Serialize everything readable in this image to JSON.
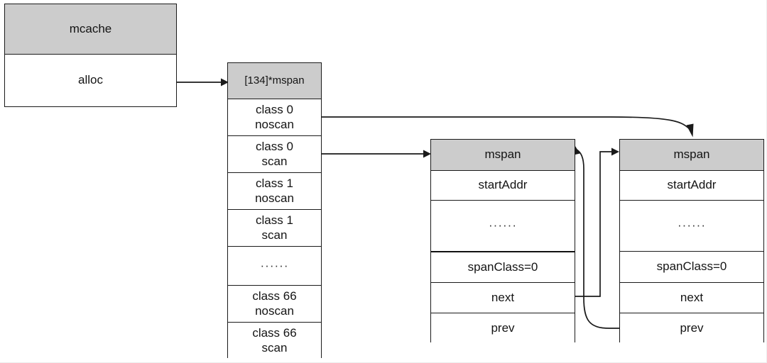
{
  "diagram": {
    "title": "Go runtime mcache to mspan linked list diagram",
    "colors": {
      "header_fill": "#cccccc",
      "cell_fill": "#ffffff",
      "stroke": "#1a1a1a",
      "background": "#ffffff"
    },
    "ellipsis": "······"
  },
  "mcache": {
    "header": "mcache",
    "fields": [
      {
        "label": "alloc"
      }
    ]
  },
  "alloc_array": {
    "header": "[134]*mspan",
    "rows": [
      {
        "label": "class 0\nnoscan"
      },
      {
        "label": "class 0\nscan"
      },
      {
        "label": "class 1\nnoscan"
      },
      {
        "label": "class 1\nscan"
      },
      {
        "label": "······"
      },
      {
        "label": "class 66\nnoscan"
      },
      {
        "label": "class 66\nscan"
      }
    ]
  },
  "mspan_1": {
    "header": "mspan",
    "rows": [
      {
        "label": "startAddr"
      },
      {
        "label": "······"
      },
      {
        "label": "spanClass=0"
      },
      {
        "label": "next"
      },
      {
        "label": "prev"
      }
    ]
  },
  "mspan_2": {
    "header": "mspan",
    "rows": [
      {
        "label": "startAddr"
      },
      {
        "label": "······"
      },
      {
        "label": "spanClass=0"
      },
      {
        "label": "next"
      },
      {
        "label": "prev"
      }
    ]
  },
  "connectors": [
    {
      "name": "alloc-to-array",
      "from": "mcache.alloc",
      "to": "alloc_array.header"
    },
    {
      "name": "class0noscan-to-mspan2",
      "from": "alloc_array.rows.0",
      "to": "mspan_2.header"
    },
    {
      "name": "class0scan-to-mspan1",
      "from": "alloc_array.rows.1",
      "to": "mspan_1.header"
    },
    {
      "name": "mspan1-next-to-mspan2",
      "from": "mspan_1.next",
      "to": "mspan_2.header"
    },
    {
      "name": "mspan2-prev-to-mspan1",
      "from": "mspan_2.prev",
      "to": "mspan_1.header"
    }
  ]
}
